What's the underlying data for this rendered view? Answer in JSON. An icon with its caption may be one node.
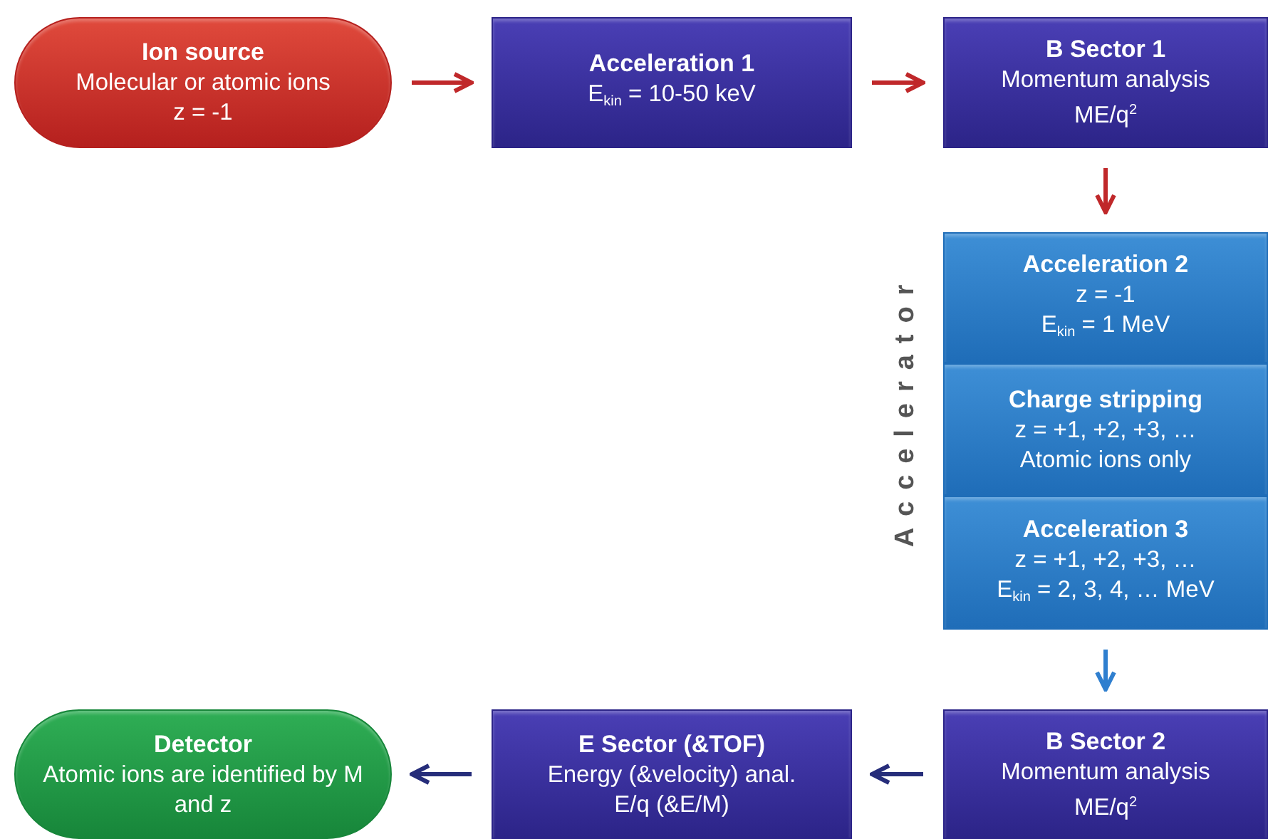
{
  "diagram": {
    "nodes": [
      {
        "text": [
          "Ion source",
          "Molecular or atomic ions",
          "z = -1"
        ]
      },
      {
        "text": [
          "Acceleration 1",
          "E$_{kin}$ = 10-50 keV"
        ]
      },
      {
        "text": [
          "B Sector 1",
          "Momentum analysis",
          "ME/q$^{2}$"
        ]
      },
      {
        "text": [
          "Acceleration 2",
          "z = -1",
          "E$_{kin}$ = 1 MeV"
        ]
      },
      {
        "text": [
          "Charge stripping",
          "z = +1, +2, +3, …",
          "Atomic ions only"
        ]
      },
      {
        "text": [
          "Acceleration 3",
          "z = +1, +2, +3, …",
          "E$_{kin}$ = 2, 3, 4, … MeV"
        ]
      },
      {
        "text": [
          "B Sector 2",
          "Momentum analysis",
          "ME/q$^{2}$"
        ]
      },
      {
        "text": [
          "E Sector (&TOF)",
          "Energy (&velocity) anal.",
          "E/q (&E/M)"
        ]
      },
      {
        "text": [
          "Detector",
          "Atomic ions are identified by M and z"
        ]
      }
    ],
    "edges": [
      {
        "from": 0,
        "to": 1,
        "arrow": "to"
      },
      {
        "from": 1,
        "to": 2,
        "arrow": "to"
      },
      {
        "from": 2,
        "to": 3,
        "arrow": "to"
      },
      {
        "from": 5,
        "to": 6,
        "arrow": "to",
        "color": "#2f7fcf"
      },
      {
        "from": 6,
        "to": 7,
        "arrow": "to",
        "color": "#262d7a"
      },
      {
        "from": 7,
        "to": 8,
        "arrow": "to",
        "color": "#262d7a"
      }
    ],
    "labels": [
      "Accelerator"
    ]
  }
}
